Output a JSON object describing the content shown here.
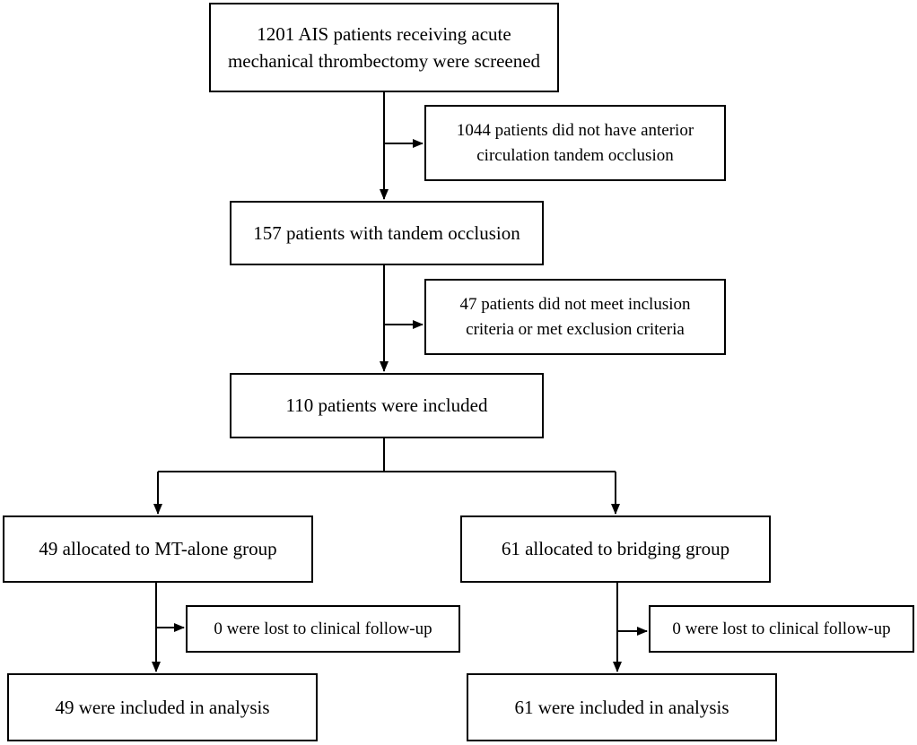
{
  "flowchart": {
    "screened": "1201 AIS patients receiving acute\nmechanical thrombectomy were screened",
    "excluded_no_tandem": "1044 patients did not have anterior\ncirculation tandem occlusion",
    "tandem": "157 patients with tandem occlusion",
    "excluded_criteria": "47 patients did not meet inclusion\ncriteria or met exclusion criteria",
    "included": "110 patients were included",
    "mt_alone": "49 allocated to MT-alone group",
    "bridging": "61 allocated to bridging group",
    "lost_mt_alone": "0 were lost to clinical follow-up",
    "lost_bridging": "0 were lost to clinical follow-up",
    "analysis_mt_alone": "49 were included in analysis",
    "analysis_bridging": "61 were included in analysis"
  },
  "colors": {
    "line": "#000000",
    "box_border": "#000000",
    "background": "#ffffff"
  }
}
